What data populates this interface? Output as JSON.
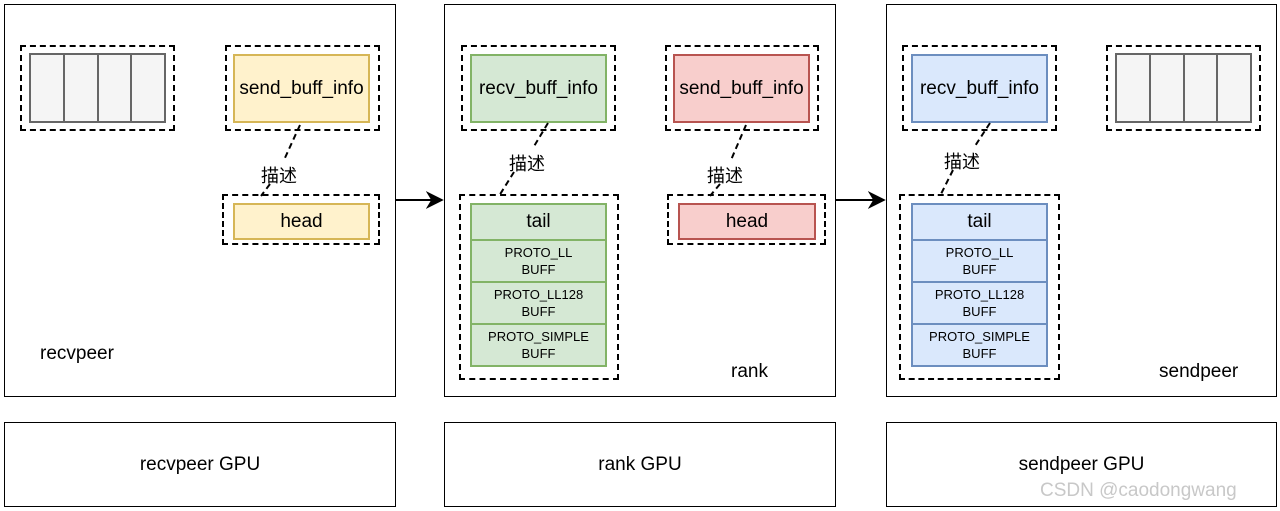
{
  "recvpeer": {
    "send_buff_info": "send_buff_info",
    "desc": "描述",
    "head": "head",
    "panel_label": "recvpeer",
    "gpu_label": "recvpeer GPU"
  },
  "rank": {
    "recv_buff_info": "recv_buff_info",
    "send_buff_info": "send_buff_info",
    "recv_desc": "描述",
    "send_desc": "描述",
    "tail": "tail",
    "buffers": [
      {
        "line1": "PROTO_LL",
        "line2": "BUFF"
      },
      {
        "line1": "PROTO_LL128",
        "line2": "BUFF"
      },
      {
        "line1": "PROTO_SIMPLE",
        "line2": "BUFF"
      }
    ],
    "head": "head",
    "panel_label": "rank",
    "gpu_label": "rank GPU"
  },
  "sendpeer": {
    "recv_buff_info": "recv_buff_info",
    "desc": "描述",
    "tail": "tail",
    "buffers": [
      {
        "line1": "PROTO_LL",
        "line2": "BUFF"
      },
      {
        "line1": "PROTO_LL128",
        "line2": "BUFF"
      },
      {
        "line1": "PROTO_SIMPLE",
        "line2": "BUFF"
      }
    ],
    "panel_label": "sendpeer",
    "gpu_label": "sendpeer GPU"
  },
  "watermark": "CSDN @caodongwang",
  "colors": {
    "yellow_fill": "#fff2cc",
    "yellow_stroke": "#d6b656",
    "green_fill": "#d5e8d4",
    "green_stroke": "#82b366",
    "red_fill": "#f8cecc",
    "red_stroke": "#b85450",
    "blue_fill": "#dae8fc",
    "blue_stroke": "#6c8ebf",
    "gray_fill": "#f5f5f5",
    "gray_stroke": "#666666"
  }
}
